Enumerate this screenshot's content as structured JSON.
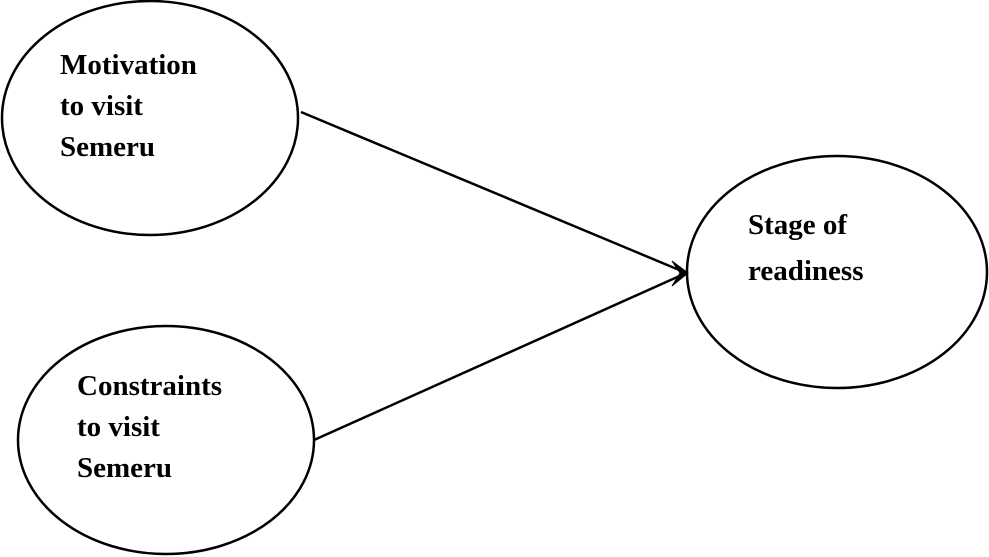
{
  "diagram": {
    "nodes": {
      "motivation": {
        "lines": [
          "Motivation",
          "to visit",
          "Semeru"
        ]
      },
      "constraints": {
        "lines": [
          "Constraints",
          "to visit",
          "Semeru"
        ]
      },
      "readiness": {
        "lines": [
          "Stage of",
          "readiness"
        ]
      }
    },
    "edges": [
      {
        "from": "motivation",
        "to": "readiness"
      },
      {
        "from": "constraints",
        "to": "readiness"
      }
    ],
    "colors": {
      "stroke": "#000000",
      "fill": "#ffffff",
      "text": "#000000"
    }
  }
}
